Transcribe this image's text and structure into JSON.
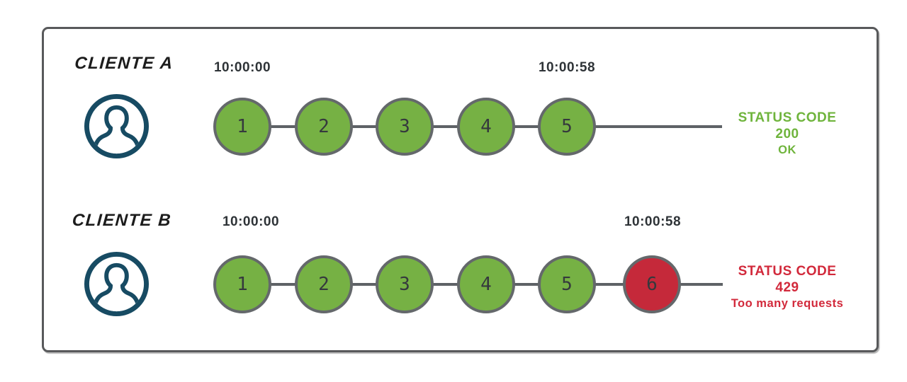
{
  "rows": [
    {
      "client": "CLIENTE A",
      "avatar_icon": "user-icon",
      "start_time": "10:00:00",
      "end_time": "10:00:58",
      "requests": [
        {
          "label": "1",
          "status": "success"
        },
        {
          "label": "2",
          "status": "success"
        },
        {
          "label": "3",
          "status": "success"
        },
        {
          "label": "4",
          "status": "success"
        },
        {
          "label": "5",
          "status": "success"
        }
      ],
      "status": {
        "code_text": "STATUS CODE 200",
        "detail": "OK",
        "color": "#6fb43c"
      }
    },
    {
      "client": "CLIENTE B",
      "avatar_icon": "user-icon",
      "start_time": "10:00:00",
      "end_time": "10:00:58",
      "requests": [
        {
          "label": "1",
          "status": "success"
        },
        {
          "label": "2",
          "status": "success"
        },
        {
          "label": "3",
          "status": "success"
        },
        {
          "label": "4",
          "status": "success"
        },
        {
          "label": "5",
          "status": "success"
        },
        {
          "label": "6",
          "status": "rate-limited"
        }
      ],
      "status": {
        "code_text": "STATUS CODE 429",
        "detail": "Too many requests",
        "color": "#d2293b"
      }
    }
  ],
  "colors": {
    "request_success": "#76b144",
    "request_blocked": "#c5293a",
    "connector_line": "#5e6266",
    "frame_border": "#58595b",
    "timestamp_text": "#2e3337",
    "avatar_blue": "#174b63"
  }
}
